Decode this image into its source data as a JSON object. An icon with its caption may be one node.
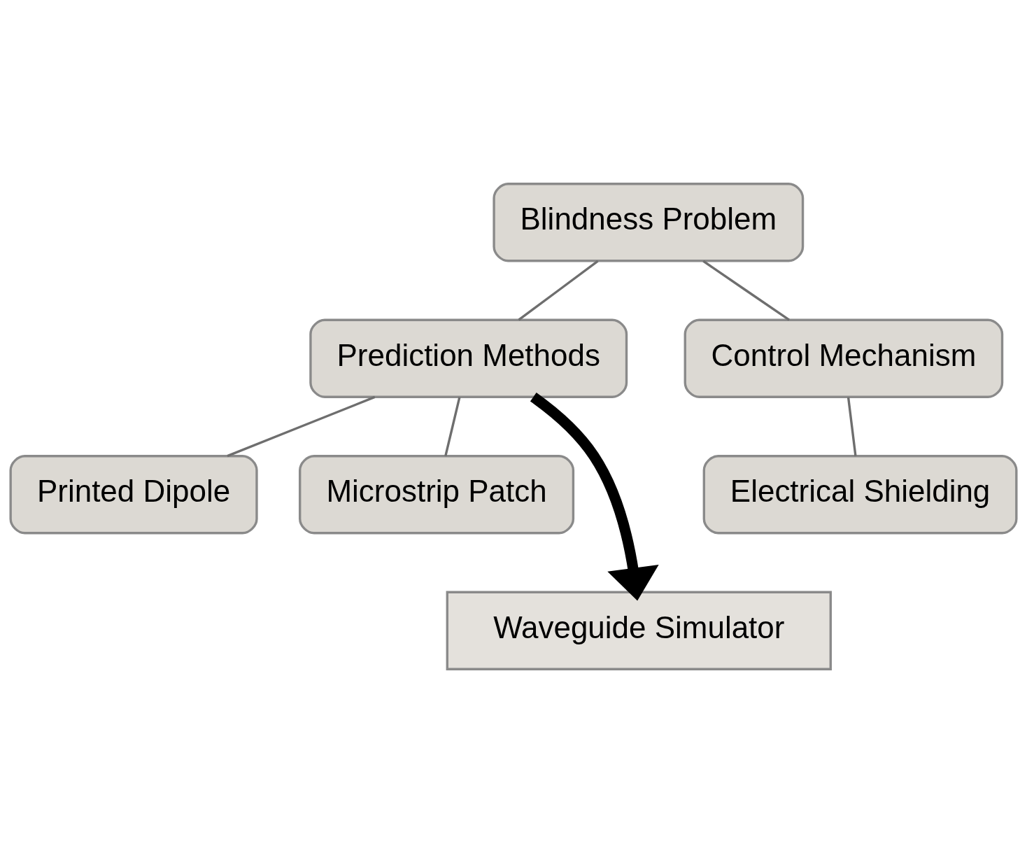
{
  "diagram": {
    "nodes": [
      {
        "text": [
          "Blindness Problem"
        ]
      },
      {
        "text": [
          "Prediction Methods"
        ]
      },
      {
        "text": [
          "Control Mechanism"
        ]
      },
      {
        "text": [
          "Printed Dipole"
        ]
      },
      {
        "text": [
          "Microstrip Patch"
        ]
      },
      {
        "text": [
          "Electrical Shielding"
        ]
      },
      {
        "text": [
          "Waveguide Simulator"
        ]
      }
    ],
    "edges": [
      {
        "from": 0,
        "to": 1,
        "arrow": "none"
      },
      {
        "from": 0,
        "to": 2,
        "arrow": "none"
      },
      {
        "from": 1,
        "to": 3,
        "arrow": "none"
      },
      {
        "from": 1,
        "to": 4,
        "arrow": "none"
      },
      {
        "from": 2,
        "to": 5,
        "arrow": "none"
      },
      {
        "from": 1,
        "to": 6,
        "arrow": "to",
        "style": "thick",
        "color": "#000000"
      }
    ]
  }
}
